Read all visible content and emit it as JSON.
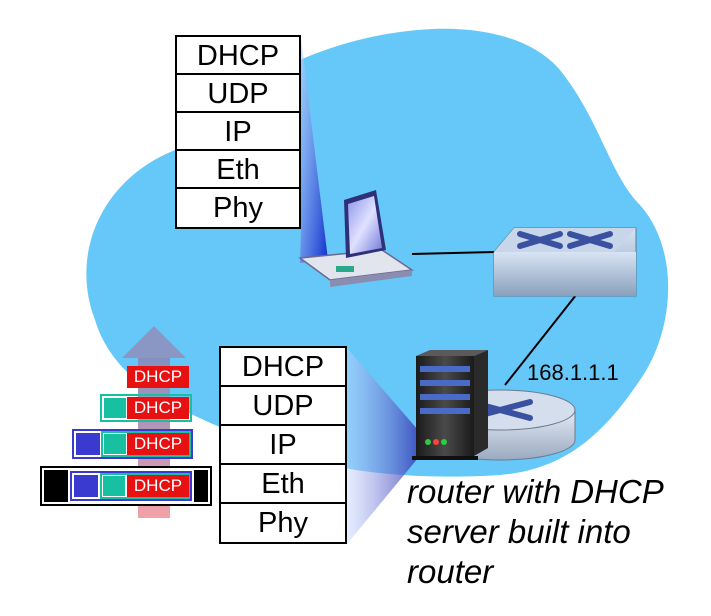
{
  "top_stack": {
    "layers": [
      "DHCP",
      "UDP",
      "IP",
      "Eth",
      "Phy"
    ]
  },
  "bottom_stack": {
    "layers": [
      "DHCP",
      "UDP",
      "IP",
      "Eth",
      "Phy"
    ]
  },
  "router_ip": "168.1.1.1",
  "caption": [
    "router with DHCP",
    "server built into",
    "router"
  ],
  "packet_label": "DHCP",
  "colors": {
    "cloud": "#66c8f8",
    "dhcp": "#e81111",
    "udp": "#17c0a0",
    "ip": "#3a3ad0",
    "eth": "#000000"
  }
}
